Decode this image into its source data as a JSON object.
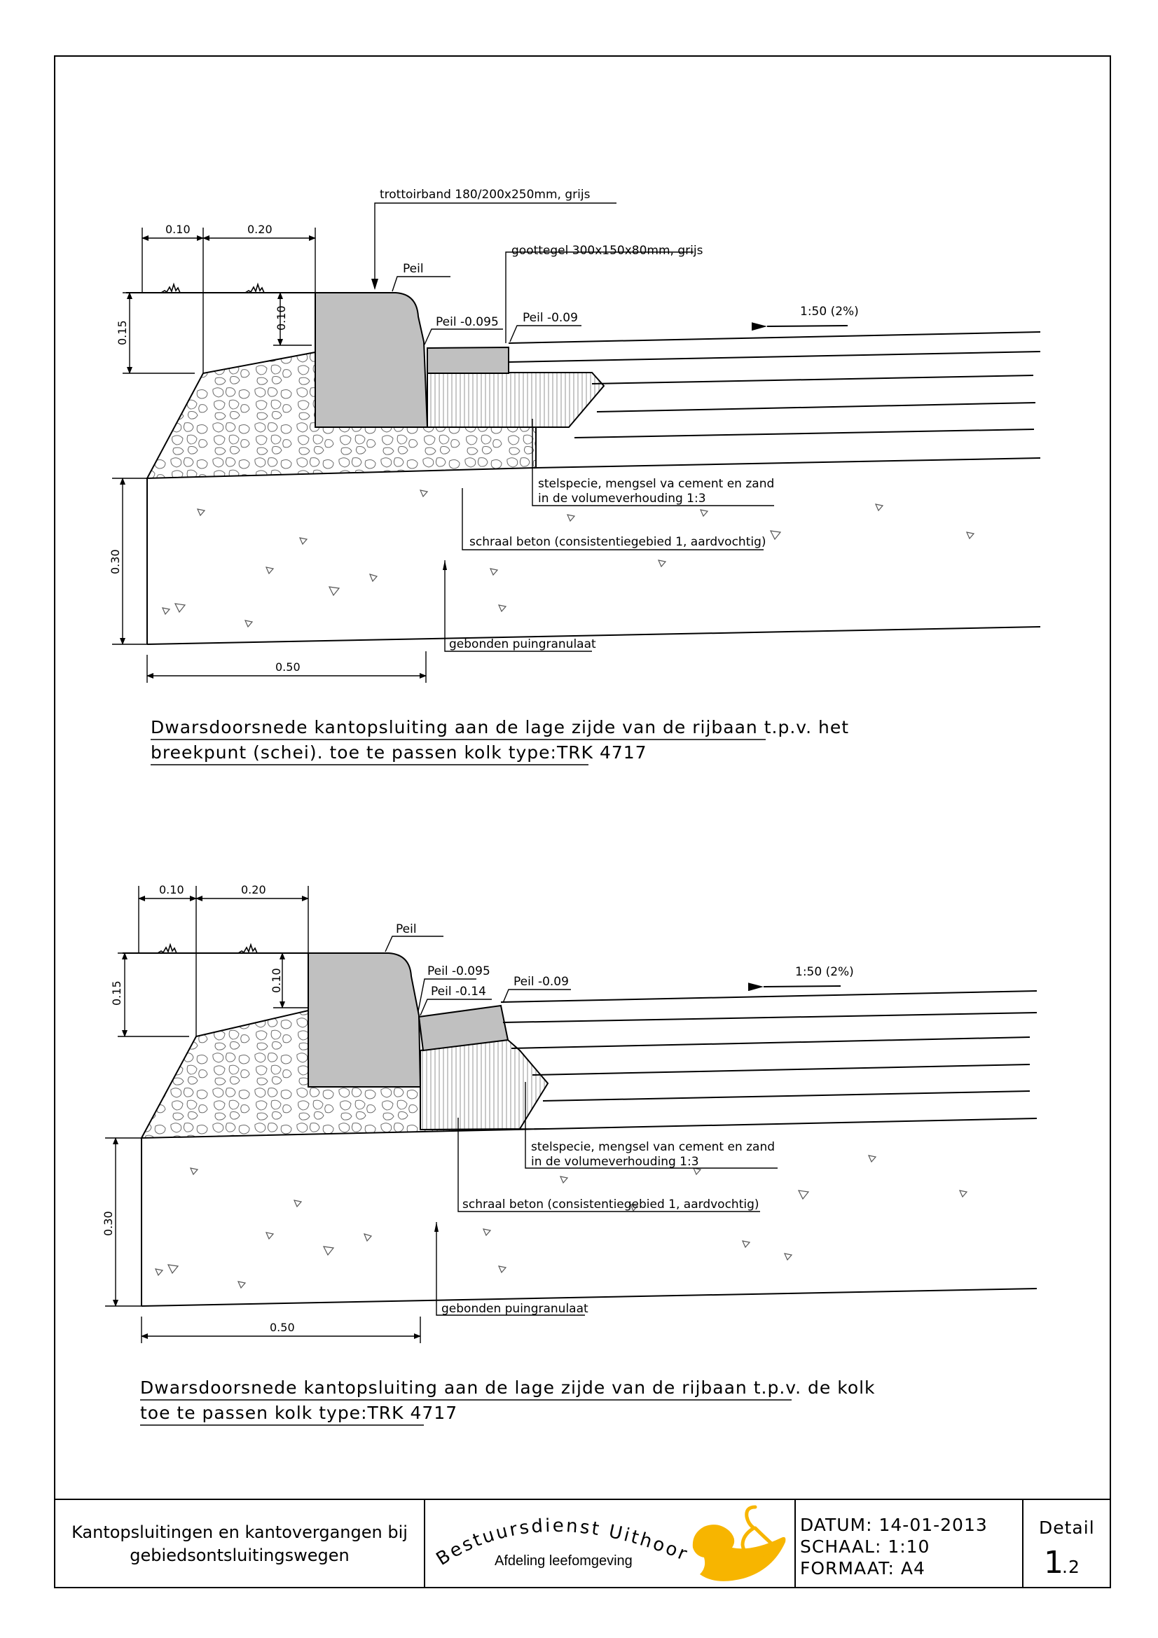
{
  "details": [
    {
      "dims": {
        "d010": "0.10",
        "d020": "0.20",
        "d015": "0.15",
        "d010v": "0.10",
        "d030": "0.30",
        "d050": "0.50"
      },
      "labels": {
        "trottoirband": "trottoirband 180/200x250mm, grijs",
        "peil": "Peil",
        "goottegel": "goottegel 300x150x80mm, grijs",
        "peil_0095": "Peil -0.095",
        "peil_009": "Peil -0.09",
        "slope": "1:50 (2%)",
        "stelspecie_1": "stelspecie, mengsel va cement en zand",
        "stelspecie_2": "in de volumeverhouding 1:3",
        "schraal_beton": "schraal beton (consistentiegebied 1, aardvochtig)",
        "puingranulaat": "gebonden puingranulaat"
      },
      "caption_lines": [
        "Dwarsdoorsnede kantopsluiting aan de lage zijde van de rijbaan t.p.v. het",
        "breekpunt (schei). toe te passen kolk type:TRK 4717"
      ]
    },
    {
      "dims": {
        "d010": "0.10",
        "d020": "0.20",
        "d015": "0.15",
        "d010v": "0.10",
        "d030": "0.30",
        "d050": "0.50"
      },
      "labels": {
        "peil": "Peil",
        "peil_0095": "Peil -0.095",
        "peil_014": "Peil -0.14",
        "peil_009": "Peil -0.09",
        "slope": "1:50 (2%)",
        "stelspecie_1": "stelspecie, mengsel van cement en zand",
        "stelspecie_2": "in de volumeverhouding 1:3",
        "schraal_beton": "schraal beton (consistentiegebied 1, aardvochtig)",
        "puingranulaat": "gebonden puingranulaat"
      },
      "caption_lines": [
        "Dwarsdoorsnede kantopsluiting aan de lage zijde van de rijbaan t.p.v. de kolk",
        "toe te passen kolk type:TRK 4717"
      ]
    }
  ],
  "title_block": {
    "project_lines": [
      "Kantopsluitingen en kantovergangen bij",
      "gebiedsontsluitingswegen"
    ],
    "logo_text": "Bestuursdienst Uithoorn",
    "logo_subtitle": "Afdeling leefomgeving",
    "datum": "DATUM: 14-01-2013",
    "schaal": "SCHAAL: 1:10",
    "formaat": "FORMAAT: A4",
    "detail_label": "Detail",
    "detail_number": "1",
    "detail_suffix": ".2"
  },
  "colors": {
    "kerb_fill": "#c0c0c0",
    "logo_gold": "#f7b500",
    "line": "#000000"
  }
}
